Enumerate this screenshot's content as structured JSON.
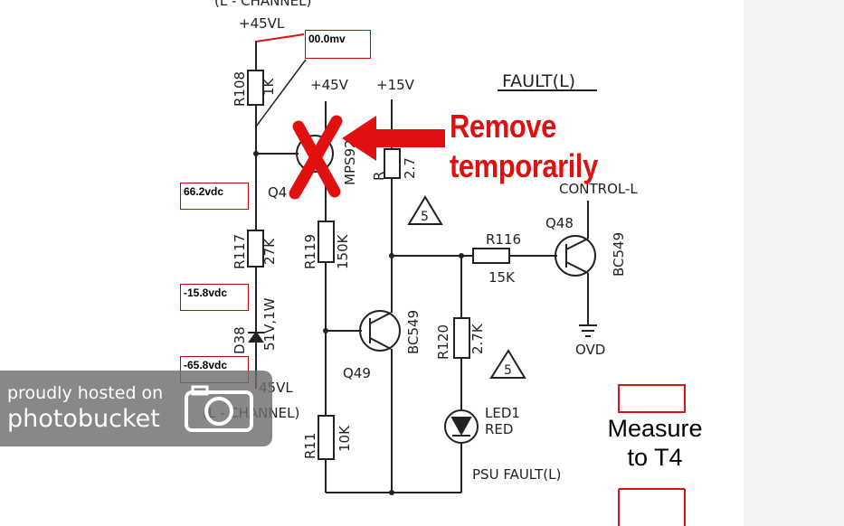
{
  "labels": {
    "top_cut": "(L - CHANNEL)",
    "supply_45vl": "+45VL",
    "r108": "R108",
    "r108_val": "1K",
    "supply_45v": "+45V",
    "supply_15v": "+15V",
    "fault": "FAULT(L)",
    "q_top_part": "MPS92",
    "r_top": "R",
    "r_top_val": "2.7",
    "q_top": "Q4",
    "control": "CONTROL-L",
    "q48": "Q48",
    "q48_part": "BC549",
    "r116": "R116",
    "r116_val": "15K",
    "r117": "R117",
    "r117_val": "27K",
    "r119": "R119",
    "r119_val": "150K",
    "d38": "D38",
    "d38_val": "51V,1W",
    "q49": "Q49",
    "q49_part": "BC549",
    "r120": "R120",
    "r120_val": "2.7K",
    "ovd": "OVD",
    "neg_supply": "45VL",
    "bottom_channel": "(L - CHANNEL)",
    "r11x": "R11",
    "r11x_val": "10K",
    "led": "LED1",
    "led_color": "RED",
    "psu_fault": "PSU FAULT(L)",
    "note_5": "5"
  },
  "annotations": {
    "v_top": "00.0mv",
    "v_q": "66.2vdc",
    "v_zener": "-15.8vdc",
    "v_bottom": "-65.8vdc",
    "remove_line1": "Remove",
    "remove_line2": "temporarily",
    "measure_line1": "Measure",
    "measure_line2": "to T4"
  },
  "watermark": {
    "line1": "proudly hosted on",
    "line2": "photobucket"
  },
  "colors": {
    "annotation": "#e01010",
    "box_border": "#d10000",
    "wire": "#222222"
  }
}
